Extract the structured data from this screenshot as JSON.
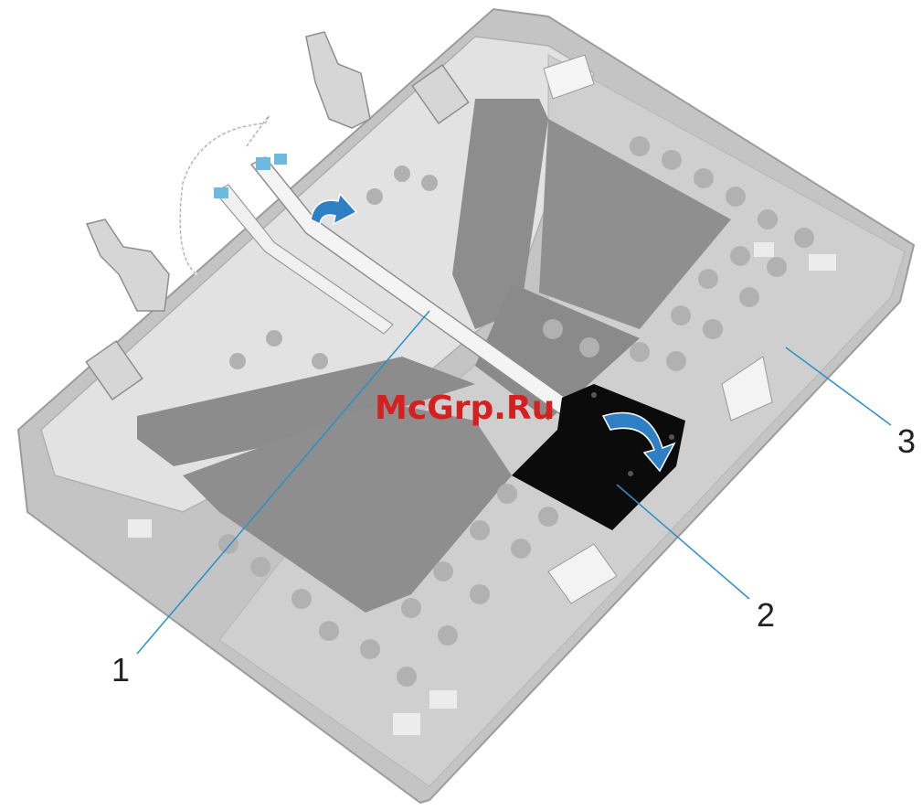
{
  "watermark": "McGrp.Ru",
  "callouts": [
    {
      "id": "1",
      "label": "1"
    },
    {
      "id": "2",
      "label": "2"
    },
    {
      "id": "3",
      "label": "3"
    }
  ],
  "colors": {
    "panel": "#c9c9c9",
    "panel_edge": "#a8a8a8",
    "light_layer": "#dedede",
    "dark_tape": "#8a8a8a",
    "foam_dot": "#b3b3b3",
    "cable": "#f2f2f2",
    "cable_edge": "#9e9e9e",
    "black_module": "#0a0a0a",
    "arrow_blue": "#2e7fc4",
    "leader": "#2b8fc9",
    "watermark": "#d62020"
  },
  "icons": [
    "rotate-arrow-icon",
    "flip-arrow-icon"
  ]
}
